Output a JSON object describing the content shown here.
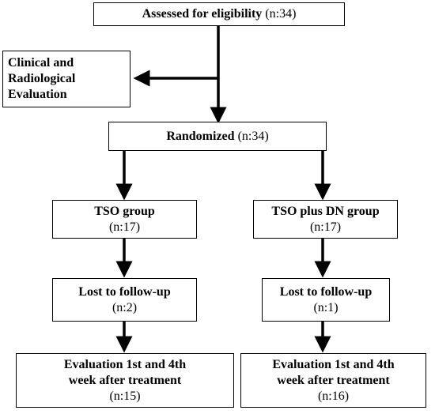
{
  "flowchart": {
    "assessed": {
      "label": "Assessed for eligibility",
      "count": "(n:34)"
    },
    "evaluation": {
      "line1": "Clinical and",
      "line2": "Radiological",
      "line3": "Evaluation"
    },
    "randomized": {
      "label": "Randomized",
      "count": "(n:34)"
    },
    "tso_group": {
      "label": "TSO group",
      "count": "(n:17)"
    },
    "tso_dn_group": {
      "label": "TSO plus DN group",
      "count": "(n:17)"
    },
    "lost_left": {
      "label": "Lost to follow-up",
      "count": "(n:2)"
    },
    "lost_right": {
      "label": "Lost to follow-up",
      "count": "(n:1)"
    },
    "final_left": {
      "line1": "Evaluation 1st and 4th",
      "line2": "week after treatment",
      "count": "(n:15)"
    },
    "final_right": {
      "line1": "Evaluation 1st and 4th",
      "line2": "week after treatment",
      "count": "(n:16)"
    }
  }
}
